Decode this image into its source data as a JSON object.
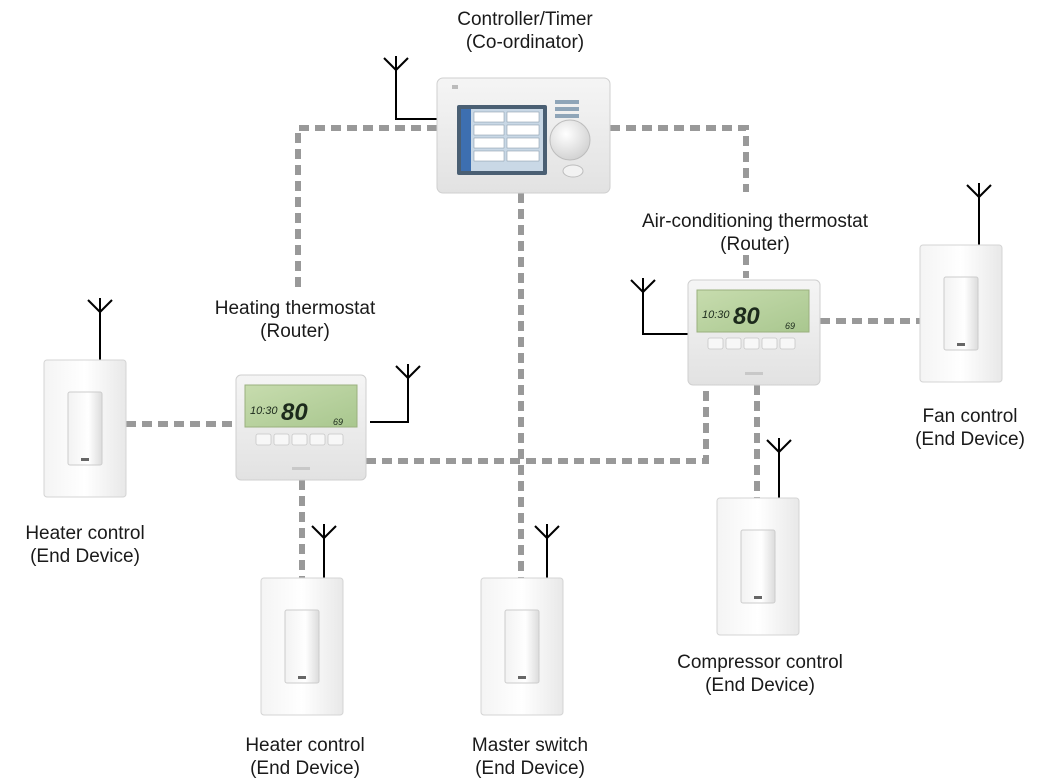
{
  "devices": {
    "controller": {
      "name": "Controller/Timer",
      "role": "(Co-ordinator)"
    },
    "heating_thermostat": {
      "name": "Heating thermostat",
      "role": "(Router)"
    },
    "ac_thermostat": {
      "name": "Air-conditioning thermostat",
      "role": "(Router)"
    },
    "heater_control_left": {
      "name": "Heater control",
      "role": "(End Device)"
    },
    "heater_control_bottom": {
      "name": "Heater control",
      "role": "(End Device)"
    },
    "master_switch": {
      "name": "Master switch",
      "role": "(End Device)"
    },
    "compressor_control": {
      "name": "Compressor control",
      "role": "(End Device)"
    },
    "fan_control": {
      "name": "Fan control",
      "role": "(End Device)"
    }
  },
  "thermostat_display": {
    "time": "10:30",
    "temp": "80",
    "setpoint": "69"
  },
  "colors": {
    "link": "#999999",
    "device_body": "#eeeeee",
    "lcd": "#b9d4a0",
    "antenna": "#000000"
  }
}
